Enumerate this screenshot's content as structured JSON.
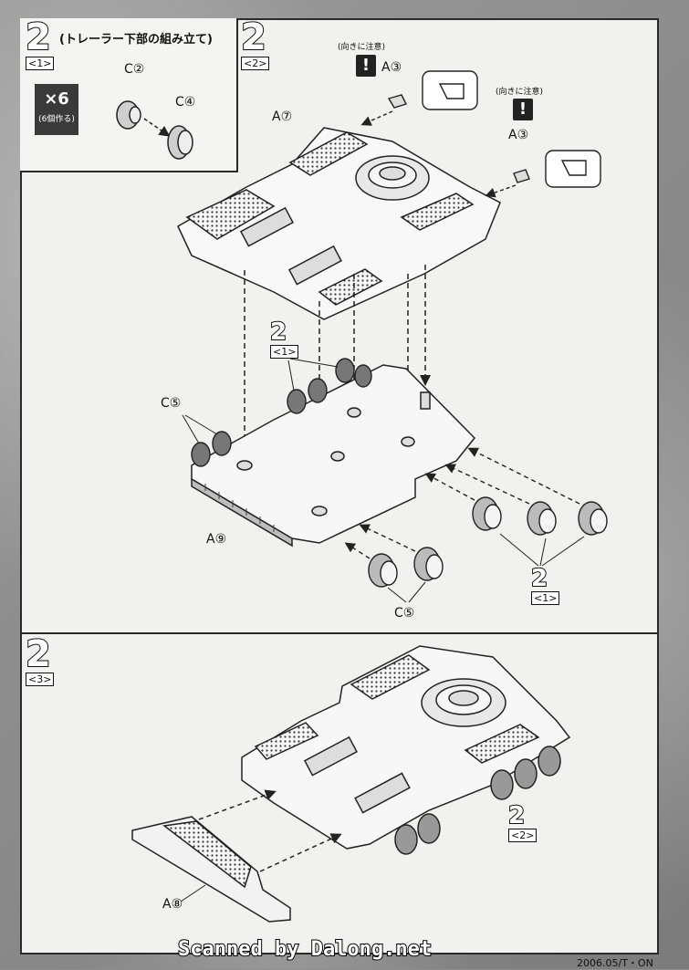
{
  "step": {
    "number": "2",
    "title": "(トレーラー下部の組み立て)"
  },
  "inset": {
    "sub_tag": "<1>",
    "multiplier": "×6",
    "multiplier_note": "(6個作る)",
    "part_wheel_hub": "C②",
    "part_tire": "C④"
  },
  "main": {
    "sub_tag": "<2>",
    "orientation_note_1": "(向きに注意)",
    "orientation_note_2": "(向きに注意)",
    "warn_symbol": "!",
    "part_a3_left": "A③",
    "part_a3_right": "A③",
    "part_a7": "A⑦",
    "part_c5_left": "C⑤",
    "part_a9": "A⑨",
    "part_c5_bottom": "C⑤",
    "ref_step_mid": "2",
    "ref_tag_mid": "<1>",
    "ref_step_right": "2",
    "ref_tag_right": "<1>"
  },
  "lower": {
    "step_number": "2",
    "sub_tag": "<3>",
    "part_a8": "A⑧",
    "ref_step": "2",
    "ref_tag": "<2>"
  },
  "footer": {
    "credit": "Scanned by Dalong.net",
    "code": "2006.05/T・ON"
  }
}
